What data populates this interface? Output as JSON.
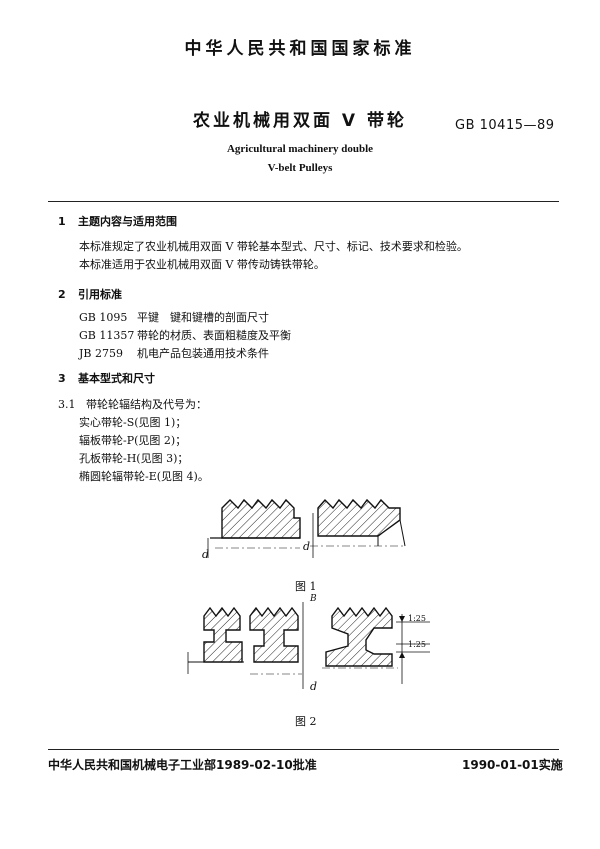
{
  "header": {
    "national_standard": "中华人民共和国国家标准",
    "title": "农业机械用双面 V 带轮",
    "standard_number": "GB 10415—89",
    "english_title_line1": "Agricultural machinery double",
    "english_title_line2": "V-belt Pulleys"
  },
  "sections": {
    "s1": {
      "number": "1",
      "heading": "主题内容与适用范围",
      "para1": "本标准规定了农业机械用双面 V 带轮基本型式、尺寸、标记、技术要求和检验。",
      "para2": "本标准适用于农业机械用双面 V 带传动铸铁带轮。"
    },
    "s2": {
      "number": "2",
      "heading": "引用标准",
      "refs": [
        {
          "code": "GB 1095",
          "text": "平键　键和键槽的剖面尺寸"
        },
        {
          "code": "GB 11357",
          "text": "带轮的材质、表面粗糙度及平衡"
        },
        {
          "code": "JB 2759",
          "text": "机电产品包装通用技术条件"
        }
      ]
    },
    "s3": {
      "number": "3",
      "heading": "基本型式和尺寸",
      "sub_number": "3.1",
      "sub_heading": "带轮轮辐结构及代号为：",
      "items": [
        "实心带轮-S(见图 1)；",
        "辐板带轮-P(见图 2)；",
        "孔板带轮-H(见图 3)；",
        "椭圆轮辐带轮-E(见图 4)。"
      ]
    }
  },
  "figures": {
    "fig1_caption": "图 1",
    "fig2_caption": "图 2",
    "dim_d": "d",
    "dim_B": "B",
    "slope1": "1:25",
    "slope2": "1:25"
  },
  "footer": {
    "approval": "中华人民共和国机械电子工业部1989-02-10批准",
    "implementation": "1990-01-01实施"
  }
}
